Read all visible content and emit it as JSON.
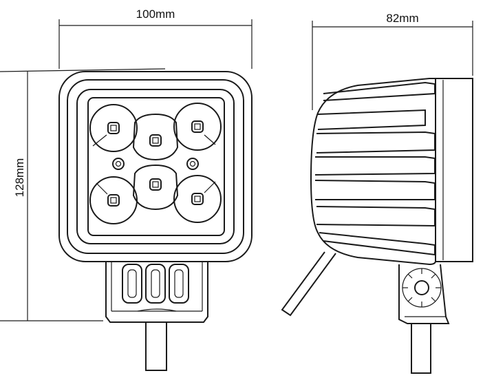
{
  "dimensions": {
    "front_width": "100mm",
    "front_height": "128mm",
    "side_depth": "82mm"
  }
}
